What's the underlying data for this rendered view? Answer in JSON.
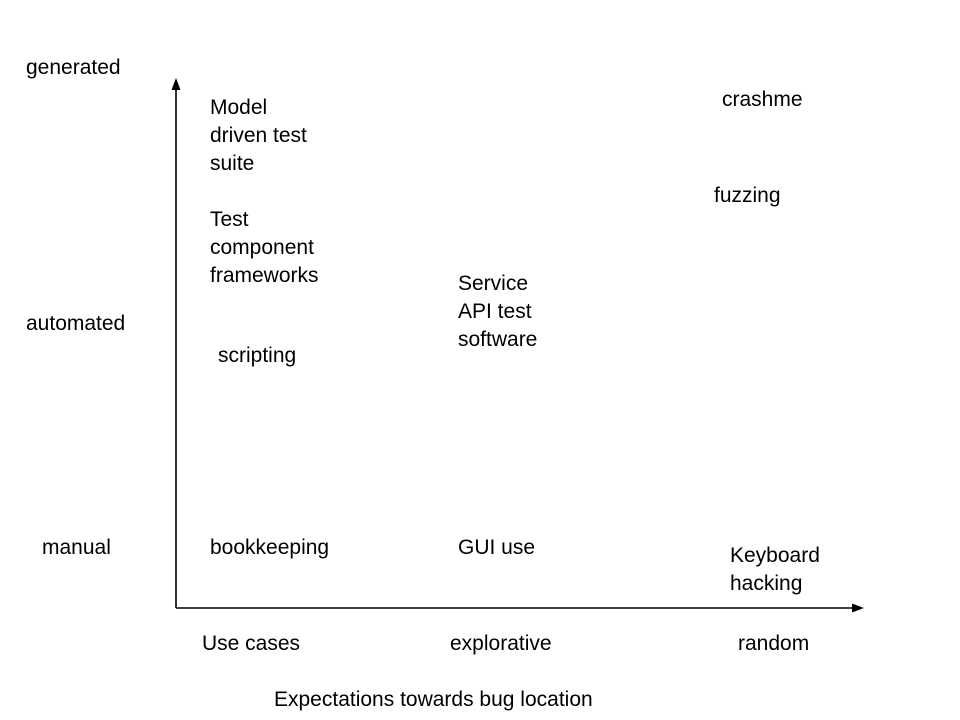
{
  "y_axis": {
    "levels": {
      "generated": "generated",
      "automated": "automated",
      "manual": "manual"
    }
  },
  "x_axis": {
    "categories": {
      "use_cases": "Use cases",
      "explorative": "explorative",
      "random": "random"
    },
    "title": "Expectations towards bug location"
  },
  "items": {
    "model_driven": "Model\ndriven test\nsuite",
    "test_component": "Test\ncomponent\nframeworks",
    "scripting": "scripting",
    "bookkeeping": "bookkeeping",
    "service_api": "Service\nAPI test\nsoftware",
    "gui_use": "GUI use",
    "crashme": "crashme",
    "fuzzing": "fuzzing",
    "keyboard_hacking": "Keyboard\nhacking"
  },
  "colors": {
    "text": "#000000",
    "axis": "#000000",
    "background": "#ffffff"
  }
}
